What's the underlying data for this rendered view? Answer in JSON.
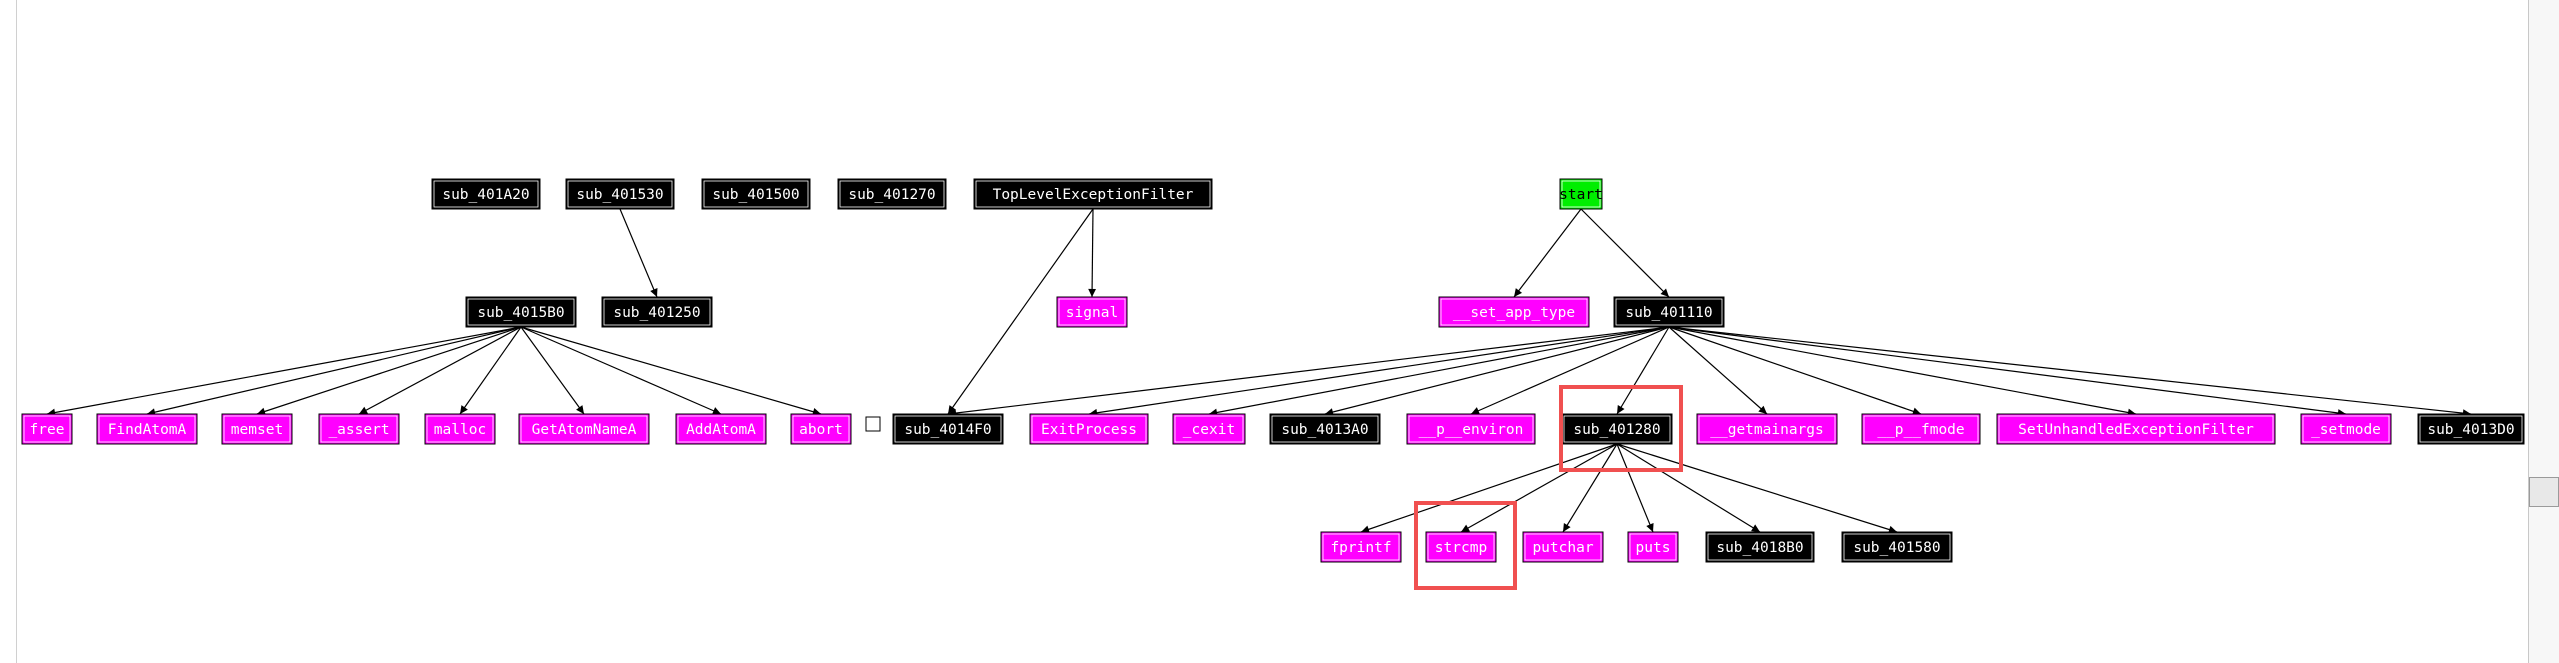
{
  "graph": {
    "colors": {
      "internal_fill": "#000000",
      "internal_text": "#ffffff",
      "import_fill": "#ff00ff",
      "import_text": "#ffffff",
      "entry_fill": "#00ee00",
      "entry_text": "#000000",
      "edge": "#000000",
      "highlight": "#f05050"
    },
    "nodes": [
      {
        "id": "sub_401A20",
        "label": "sub_401A20",
        "kind": "internal"
      },
      {
        "id": "sub_401530",
        "label": "sub_401530",
        "kind": "internal"
      },
      {
        "id": "sub_401500",
        "label": "sub_401500",
        "kind": "internal"
      },
      {
        "id": "sub_401270",
        "label": "sub_401270",
        "kind": "internal"
      },
      {
        "id": "TopLevelExceptionFilter",
        "label": "TopLevelExceptionFilter",
        "kind": "internal"
      },
      {
        "id": "start",
        "label": "start",
        "kind": "entry"
      },
      {
        "id": "sub_4015B0",
        "label": "sub_4015B0",
        "kind": "internal"
      },
      {
        "id": "sub_401250",
        "label": "sub_401250",
        "kind": "internal"
      },
      {
        "id": "signal",
        "label": "signal",
        "kind": "import"
      },
      {
        "id": "__set_app_type",
        "label": "__set_app_type",
        "kind": "import"
      },
      {
        "id": "sub_401110",
        "label": "sub_401110",
        "kind": "internal"
      },
      {
        "id": "free",
        "label": "free",
        "kind": "import"
      },
      {
        "id": "FindAtomA",
        "label": "FindAtomA",
        "kind": "import"
      },
      {
        "id": "memset",
        "label": "memset",
        "kind": "import"
      },
      {
        "id": "_assert",
        "label": "_assert",
        "kind": "import"
      },
      {
        "id": "malloc",
        "label": "malloc",
        "kind": "import"
      },
      {
        "id": "GetAtomNameA",
        "label": "GetAtomNameA",
        "kind": "import"
      },
      {
        "id": "AddAtomA",
        "label": "AddAtomA",
        "kind": "import"
      },
      {
        "id": "abort",
        "label": "abort",
        "kind": "import"
      },
      {
        "id": "sub_4014F0",
        "label": "sub_4014F0",
        "kind": "internal"
      },
      {
        "id": "ExitProcess",
        "label": "ExitProcess",
        "kind": "import"
      },
      {
        "id": "_cexit",
        "label": "_cexit",
        "kind": "import"
      },
      {
        "id": "sub_4013A0",
        "label": "sub_4013A0",
        "kind": "internal"
      },
      {
        "id": "__p__environ",
        "label": "__p__environ",
        "kind": "import"
      },
      {
        "id": "sub_401280",
        "label": "sub_401280",
        "kind": "internal"
      },
      {
        "id": "__getmainargs",
        "label": "__getmainargs",
        "kind": "import"
      },
      {
        "id": "__p__fmode",
        "label": "__p__fmode",
        "kind": "import"
      },
      {
        "id": "SetUnhandledExceptionFilter",
        "label": "SetUnhandledExceptionFilter",
        "kind": "import"
      },
      {
        "id": "_setmode",
        "label": "_setmode",
        "kind": "import"
      },
      {
        "id": "sub_4013D0",
        "label": "sub_4013D0",
        "kind": "internal"
      },
      {
        "id": "fprintf",
        "label": "fprintf",
        "kind": "import"
      },
      {
        "id": "strcmp",
        "label": "strcmp",
        "kind": "import"
      },
      {
        "id": "putchar",
        "label": "putchar",
        "kind": "import"
      },
      {
        "id": "puts",
        "label": "puts",
        "kind": "import"
      },
      {
        "id": "sub_4018B0",
        "label": "sub_4018B0",
        "kind": "internal"
      },
      {
        "id": "sub_401580",
        "label": "sub_401580",
        "kind": "internal"
      }
    ],
    "edges": [
      [
        "sub_401530",
        "sub_401250"
      ],
      [
        "TopLevelExceptionFilter",
        "signal"
      ],
      [
        "TopLevelExceptionFilter",
        "sub_4014F0"
      ],
      [
        "start",
        "__set_app_type"
      ],
      [
        "start",
        "sub_401110"
      ],
      [
        "sub_4015B0",
        "free"
      ],
      [
        "sub_4015B0",
        "FindAtomA"
      ],
      [
        "sub_4015B0",
        "memset"
      ],
      [
        "sub_4015B0",
        "_assert"
      ],
      [
        "sub_4015B0",
        "malloc"
      ],
      [
        "sub_4015B0",
        "GetAtomNameA"
      ],
      [
        "sub_4015B0",
        "AddAtomA"
      ],
      [
        "sub_4015B0",
        "abort"
      ],
      [
        "sub_401110",
        "sub_4014F0"
      ],
      [
        "sub_401110",
        "ExitProcess"
      ],
      [
        "sub_401110",
        "_cexit"
      ],
      [
        "sub_401110",
        "sub_4013A0"
      ],
      [
        "sub_401110",
        "__p__environ"
      ],
      [
        "sub_401110",
        "sub_401280"
      ],
      [
        "sub_401110",
        "__getmainargs"
      ],
      [
        "sub_401110",
        "__p__fmode"
      ],
      [
        "sub_401110",
        "SetUnhandledExceptionFilter"
      ],
      [
        "sub_401110",
        "_setmode"
      ],
      [
        "sub_401110",
        "sub_4013D0"
      ],
      [
        "sub_401280",
        "fprintf"
      ],
      [
        "sub_401280",
        "strcmp"
      ],
      [
        "sub_401280",
        "putchar"
      ],
      [
        "sub_401280",
        "puts"
      ],
      [
        "sub_401280",
        "sub_4018B0"
      ],
      [
        "sub_401280",
        "sub_401580"
      ]
    ],
    "highlighted": [
      "sub_401280",
      "strcmp"
    ]
  }
}
